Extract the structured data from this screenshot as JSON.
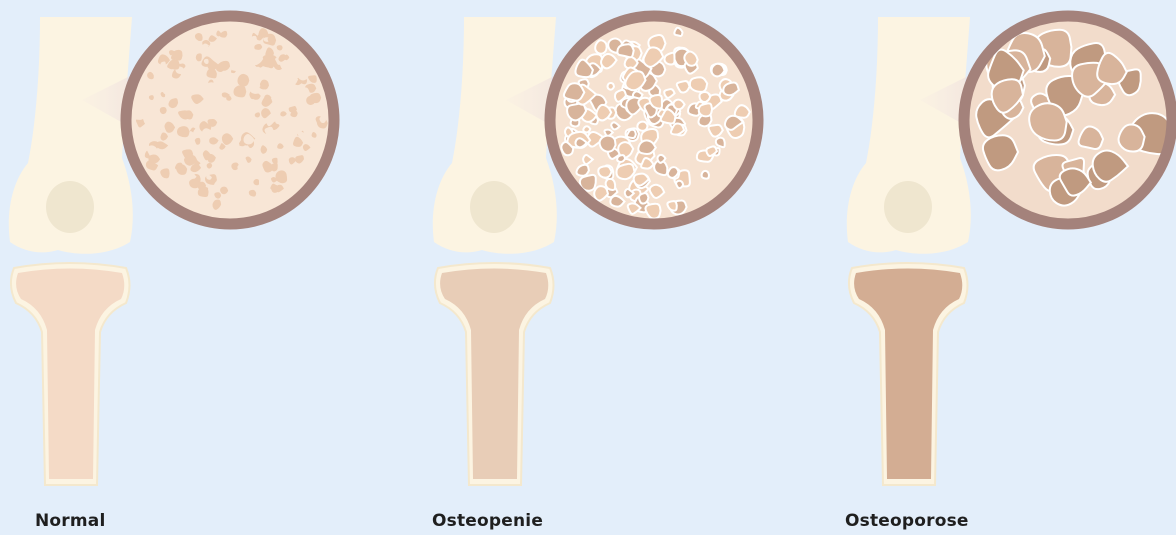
{
  "panels": [
    {
      "id": "normal",
      "label": "Normal",
      "density": "high"
    },
    {
      "id": "osteopenie",
      "label": "Osteopenie",
      "density": "medium"
    },
    {
      "id": "osteoporose",
      "label": "Osteoporose",
      "density": "low"
    }
  ],
  "colors": {
    "background": "#e3eefa",
    "bone": "#fcf4e2",
    "bone_shadow": "#f4e8cd",
    "joint_spot": "#efe6cf",
    "magnifier_ring": "#a4827b",
    "tissue_light": "#f8e6d6",
    "tissue_normal": "#eecdb2",
    "tissue_medium": "#d8b49b",
    "tissue_dark": "#c09a80"
  }
}
